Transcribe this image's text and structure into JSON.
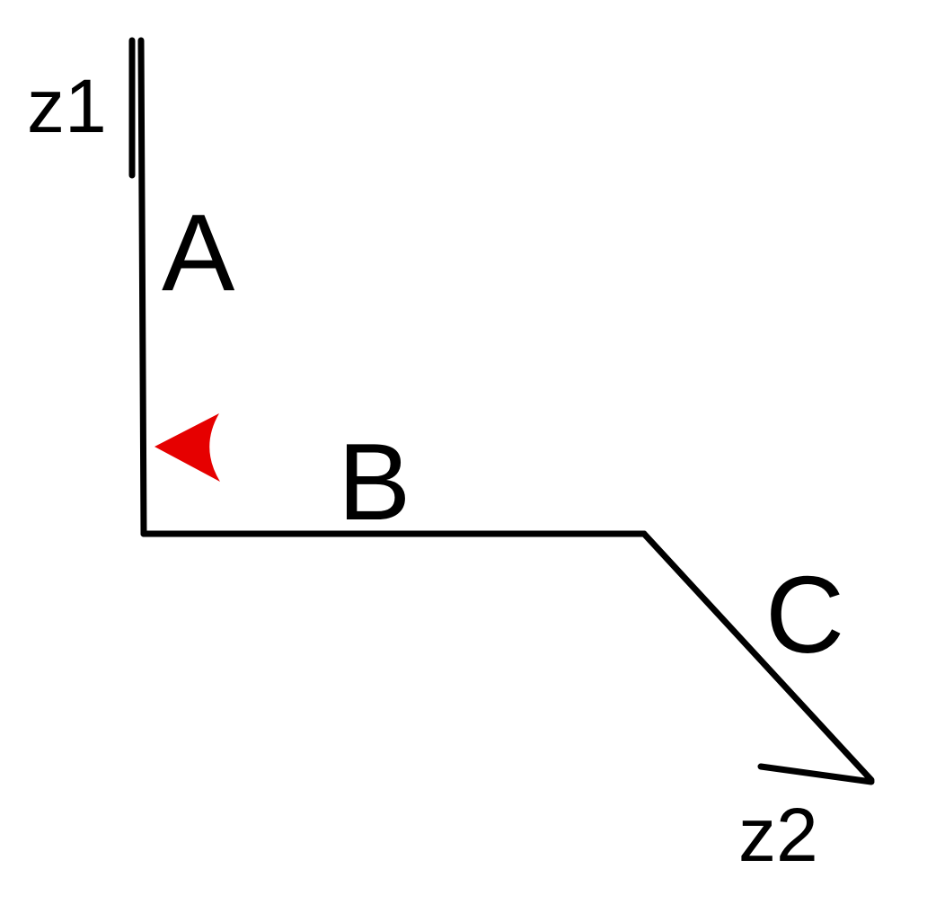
{
  "labels": {
    "z1": "z1",
    "A": "A",
    "B": "B",
    "C": "C",
    "z2": "z2"
  },
  "colors": {
    "line": "#000000",
    "marker": "#e60000",
    "background": "#ffffff"
  }
}
